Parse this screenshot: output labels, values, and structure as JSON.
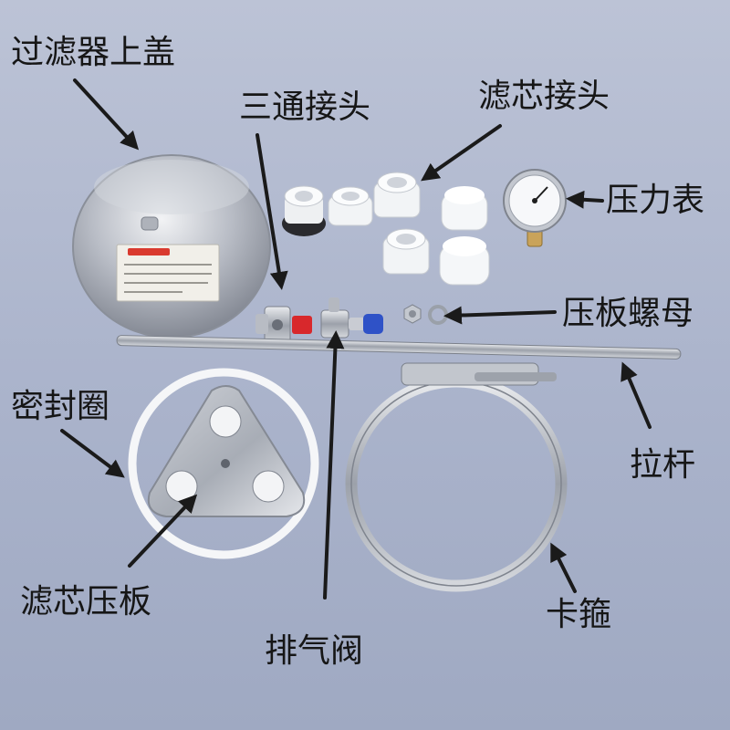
{
  "labels": {
    "lid": "过滤器上盖",
    "tee_connector": "三通接头",
    "cartridge_connector": "滤芯接头",
    "pressure_gauge": "压力表",
    "plate_nut": "压板螺母",
    "seal_ring": "密封圈",
    "pull_rod": "拉杆",
    "cartridge_plate": "滤芯压板",
    "clamp": "卡箍",
    "vent_valve": "排气阀"
  },
  "colors": {
    "background": "#aab3cb",
    "label_text": "#161616",
    "arrow": "#1a1a1a",
    "steel": "#c9ccd3",
    "white_parts": "#f4f6f8"
  }
}
